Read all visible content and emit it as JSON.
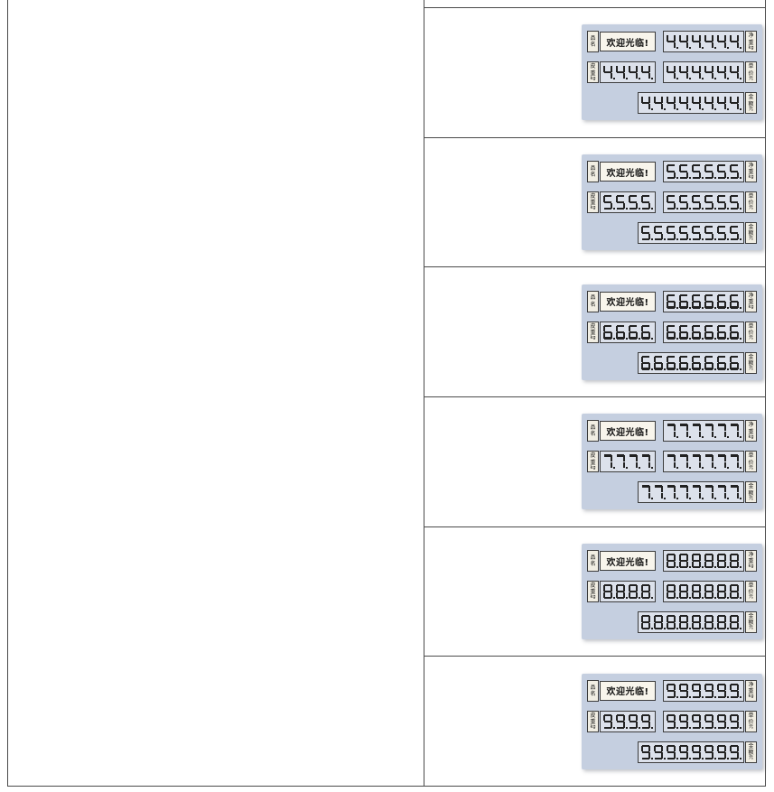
{
  "document": {
    "background_color": "#ffffff",
    "table_border_color": "#4a4a4a"
  },
  "panel": {
    "bg_color": "#c5cfe0",
    "digit_color": "#222222",
    "product_label": "品名",
    "welcome_text": "欢迎光临!",
    "net_weight_label": "净重",
    "net_weight_unit": "kg",
    "tare_label": "皮重",
    "tare_unit": "kg",
    "unit_price_label": "单价",
    "unit_price_unit": "元",
    "amount_label": "金额",
    "amount_unit": "元"
  },
  "rows": [
    {
      "test_digit": "4",
      "net_weight": "444444",
      "tare": "4444",
      "unit_price": "444444",
      "amount": "44444444"
    },
    {
      "test_digit": "5",
      "net_weight": "555555",
      "tare": "5555",
      "unit_price": "555555",
      "amount": "55555555"
    },
    {
      "test_digit": "6",
      "net_weight": "666666",
      "tare": "6666",
      "unit_price": "666666",
      "amount": "66666666"
    },
    {
      "test_digit": "7",
      "net_weight": "777777",
      "tare": "7777",
      "unit_price": "777777",
      "amount": "77777777"
    },
    {
      "test_digit": "8",
      "net_weight": "888888",
      "tare": "8888",
      "unit_price": "888888",
      "amount": "88888888"
    },
    {
      "test_digit": "9",
      "net_weight": "999999",
      "tare": "9999",
      "unit_price": "999999",
      "amount": "99999999"
    }
  ]
}
